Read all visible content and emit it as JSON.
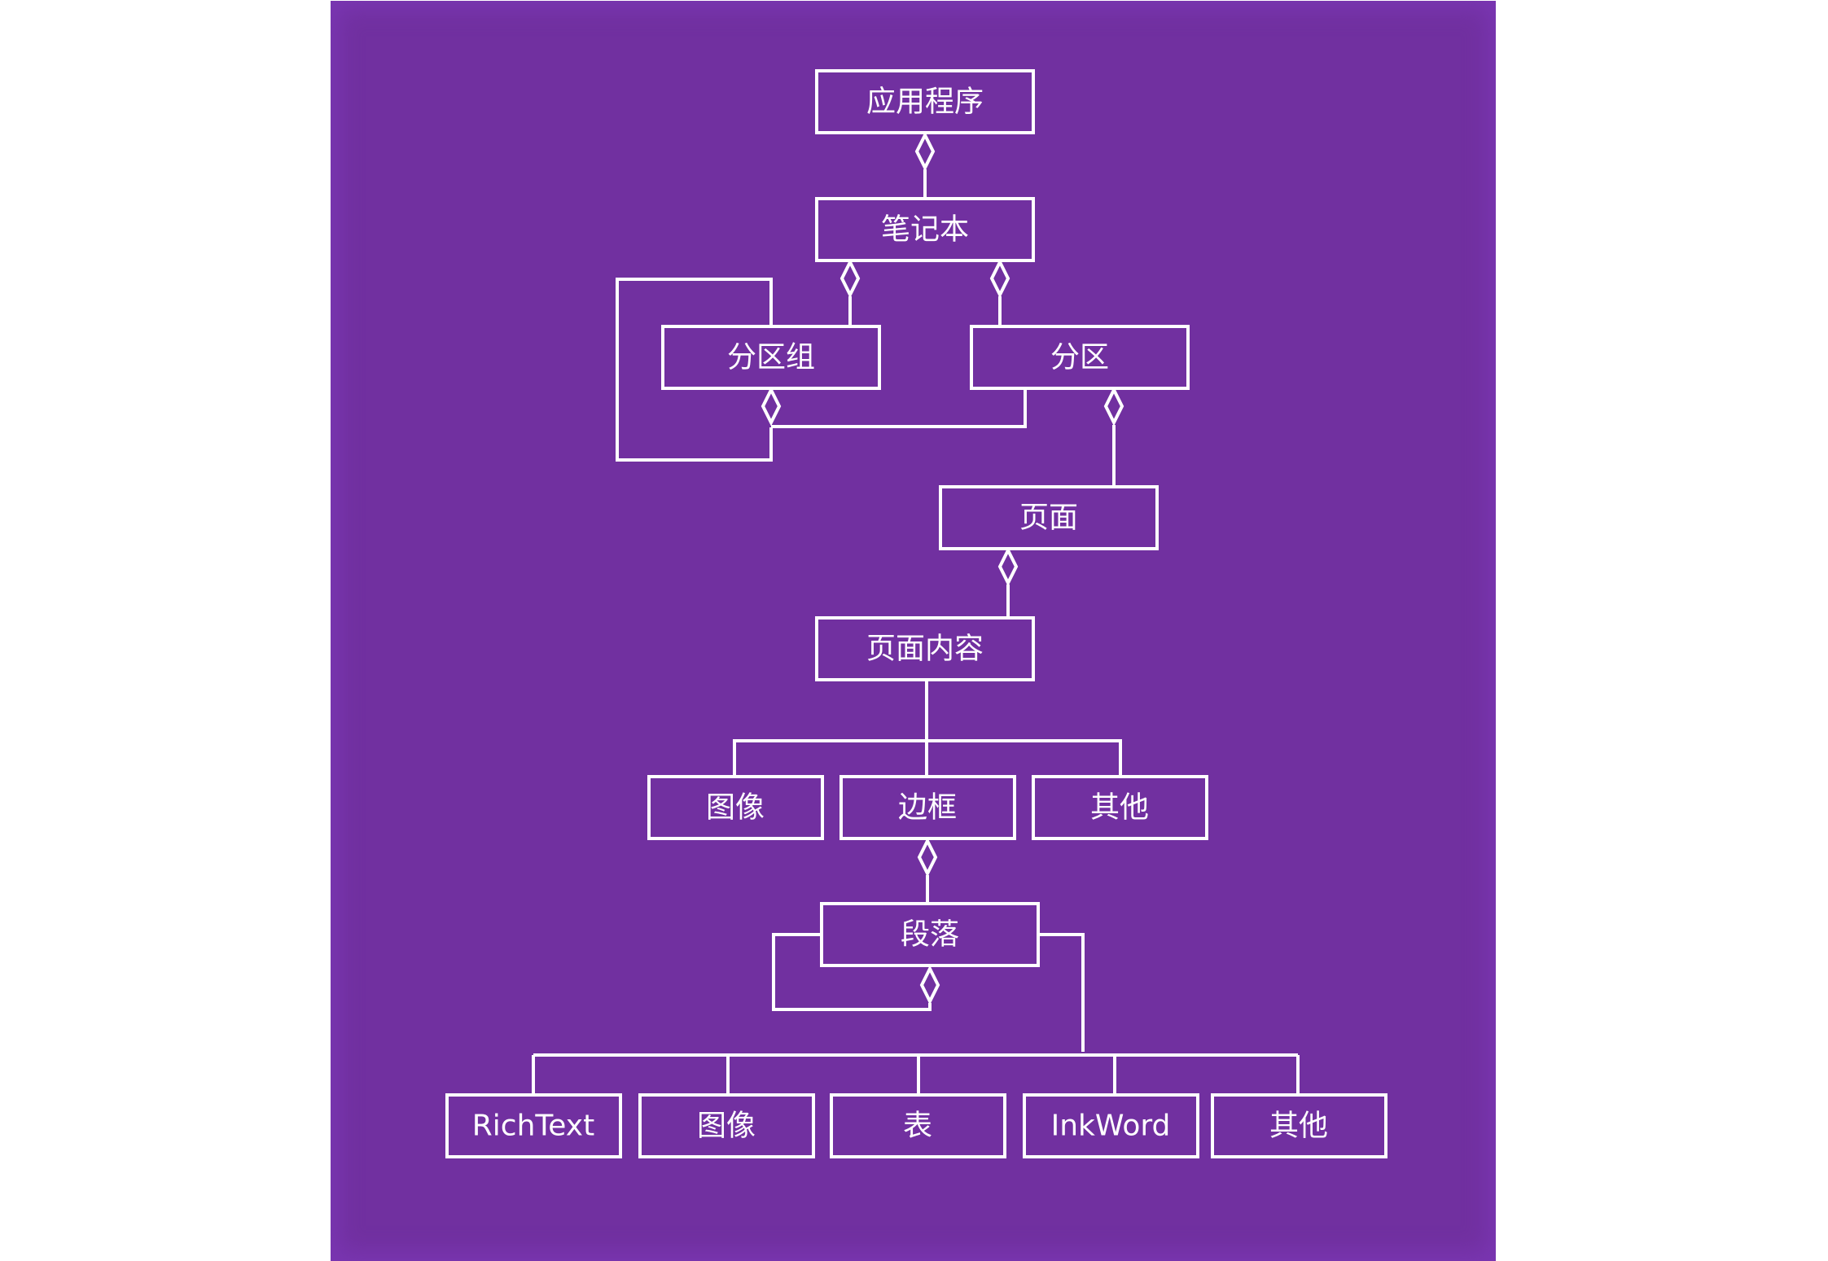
{
  "nodes": {
    "application": "应用程序",
    "notebook": "笔记本",
    "section_group": "分区组",
    "section": "分区",
    "page": "页面",
    "page_content": "页面内容",
    "image_1": "图像",
    "outline": "边框",
    "other_1": "其他",
    "paragraph": "段落",
    "richtext": "RichText",
    "image_2": "图像",
    "table": "表",
    "inkword": "InkWord",
    "other_2": "其他"
  },
  "colors": {
    "background": "#7130a0",
    "stroke": "#ffffff"
  }
}
